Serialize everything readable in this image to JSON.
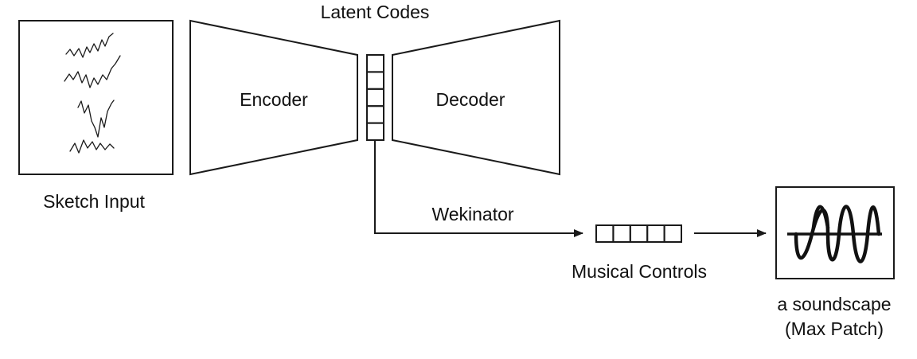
{
  "labels": {
    "sketch_input": "Sketch Input",
    "encoder": "Encoder",
    "decoder": "Decoder",
    "latent_codes": "Latent Codes",
    "wekinator": "Wekinator",
    "musical_controls": "Musical Controls",
    "soundscape_line1": "a soundscape",
    "soundscape_line2": "(Max Patch)"
  },
  "latent_code_cells": 5,
  "musical_control_cells": 5,
  "icons": {
    "sketch": "scribble-sketch-icon",
    "soundscape": "sine-wave-icon"
  }
}
